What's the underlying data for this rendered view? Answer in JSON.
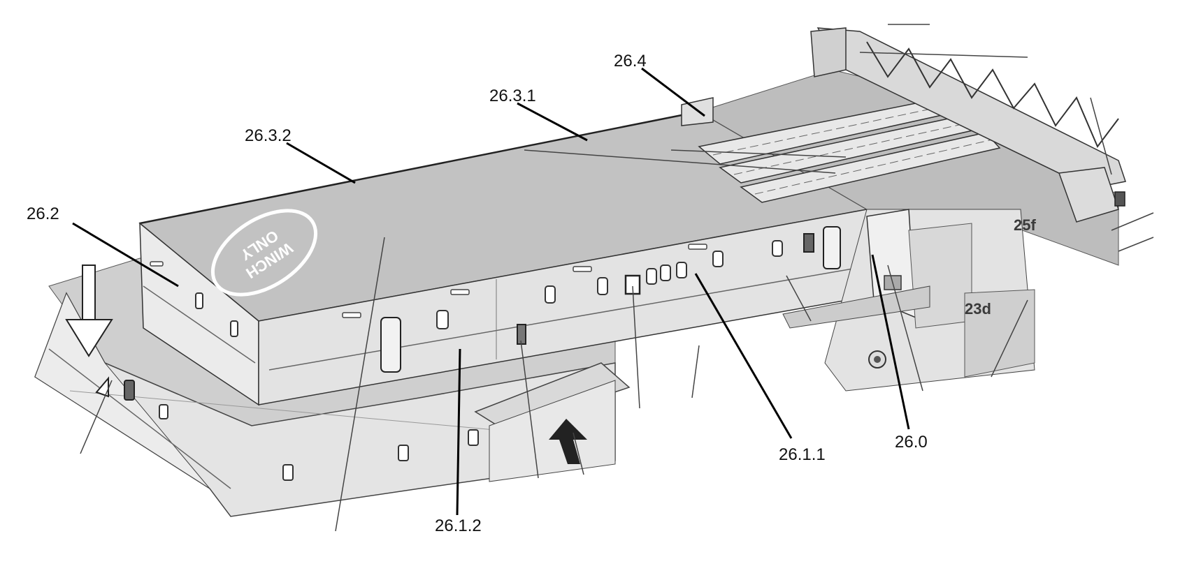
{
  "labels": {
    "26.4": "26.4",
    "26.3.1": "26.3.1",
    "26.3.2": "26.3.2",
    "26.2": "26.2",
    "26.1.1": "26.1.1",
    "26.1.2": "26.1.2",
    "26.0": "26.0"
  },
  "deck_marks": {
    "winch_line1": "WINCH",
    "winch_line2": "ONLY",
    "section_25f": "25f",
    "section_23d": "23d"
  },
  "colors": {
    "deck": "#c7c7c7",
    "wall": "#e6e6e6",
    "wall_dark": "#d2d2d2",
    "edge": "#3a3a3a",
    "leader": "#000000"
  }
}
